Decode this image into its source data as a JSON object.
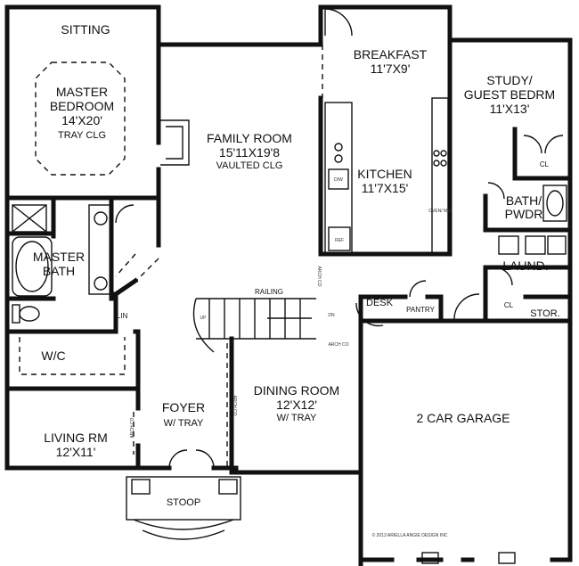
{
  "rooms": {
    "sitting": "SITTING",
    "master_bedroom": {
      "name_1": "MASTER",
      "name_2": "BEDROOM",
      "size": "14'X20'",
      "note": "TRAY CLG"
    },
    "family_room": {
      "name": "FAMILY ROOM",
      "size": "15'11X19'8",
      "note": "VAULTED CLG"
    },
    "breakfast": {
      "name": "BREAKFAST",
      "size": "11'7X9'"
    },
    "study": {
      "name_1": "STUDY/",
      "name_2": "GUEST BEDRM",
      "size": "11'X13'"
    },
    "kitchen": {
      "name": "KITCHEN",
      "size": "11'7X15'"
    },
    "bath_pwdr": {
      "name_1": "BATH/",
      "name_2": "PWDR"
    },
    "laund": "LAUND.",
    "master_bath": {
      "name_1": "MASTER",
      "name_2": "BATH"
    },
    "wc": "W/C",
    "living_rm": {
      "name": "LIVING RM",
      "size": "12'X11'"
    },
    "foyer": {
      "name": "FOYER",
      "note": "W/ TRAY"
    },
    "dining_room": {
      "name": "DINING ROOM",
      "size": "12'X12'",
      "note": "W/ TRAY"
    },
    "garage": "2 CAR GARAGE",
    "stoop": "STOOP",
    "desk": "DESK",
    "pantry": "PANTRY",
    "stor": "STOR."
  },
  "labels": {
    "cl_study": "CL",
    "cl_laund": "CL",
    "lin": "LIN",
    "dw": "D/W",
    "ref": "REF",
    "oven_mw": "OVEN/ MW",
    "railing": "RAILING",
    "arch_co_1": "ARCH CO",
    "arch_co_2": "ARCH CO",
    "arch_co_3": "ARCH CO",
    "arch_co_4": "ARCH CO",
    "up": "UP",
    "dn": "DN",
    "copyright": "© 2013 ARIELLA ANGIE DESIGN INC"
  }
}
